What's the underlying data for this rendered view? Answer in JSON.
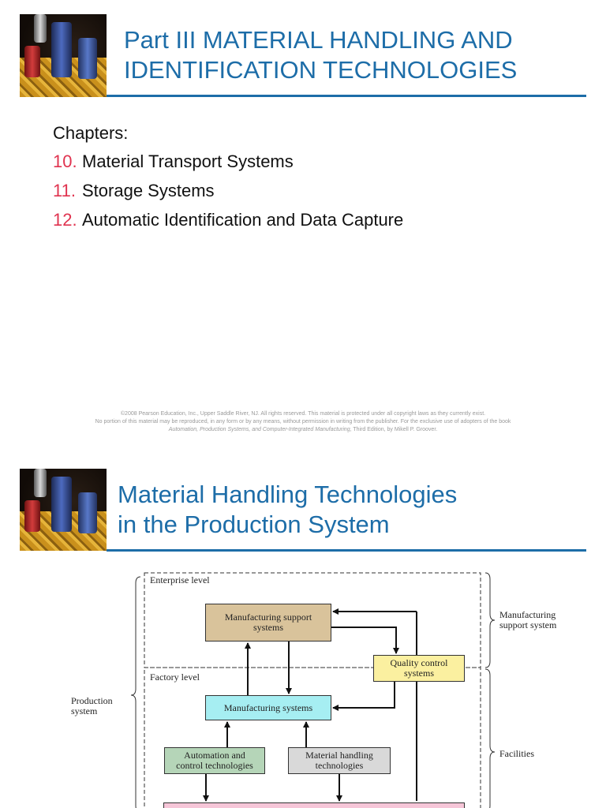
{
  "slide1": {
    "title_line1": "Part III  MATERIAL HANDLING AND",
    "title_line2": "IDENTIFICATION TECHNOLOGIES",
    "chapters_heading": "Chapters:",
    "chapters": [
      {
        "number": "10.",
        "title": "Material Transport Systems"
      },
      {
        "number": "11.",
        "title": "Storage Systems"
      },
      {
        "number": "12.",
        "title": "Automatic Identification and Data Capture"
      }
    ],
    "copyright_line1": "©2008 Pearson Education, Inc., Upper Saddle River, NJ.  All rights reserved.  This material is protected under all copyright laws as they currently exist.",
    "copyright_line2": "No portion of this material may be reproduced, in any form or by any means, without permission in writing from the publisher.  For the exclusive use of adopters of the book",
    "copyright_book": "Automation, Production Systems, and Computer-Integrated Manufacturing",
    "copyright_edition": ", Third Edition, by Mikell P. Groover."
  },
  "slide2": {
    "title_line1": "Material Handling Technologies",
    "title_line2": "in the Production System"
  },
  "diagram": {
    "enterprise_level": "Enterprise level",
    "factory_level": "Factory level",
    "production_system_line1": "Production",
    "production_system_line2": "system",
    "support_system_line1": "Manufacturing",
    "support_system_line2": "support system",
    "facilities": "Facilities",
    "mfg_support_line1": "Manufacturing support",
    "mfg_support_line2": "systems",
    "quality_line1": "Quality control",
    "quality_line2": "systems",
    "mfg_systems": "Manufacturing systems",
    "automation_line1": "Automation and",
    "automation_line2": "control technologies",
    "material_handling_line1": "Material handling",
    "material_handling_line2": "technologies"
  },
  "colors": {
    "title_blue": "#1d6da8",
    "chapter_number_red": "#e0334f",
    "support_box": "#d9c39b",
    "quality_box": "#fbf0a0",
    "mfg_box": "#a6eef2",
    "automation_box": "#b5d5b8",
    "material_handling_box": "#d9d9d9",
    "bottom_box": "#f6c6d8"
  },
  "icons": [
    "electronics-photo"
  ]
}
